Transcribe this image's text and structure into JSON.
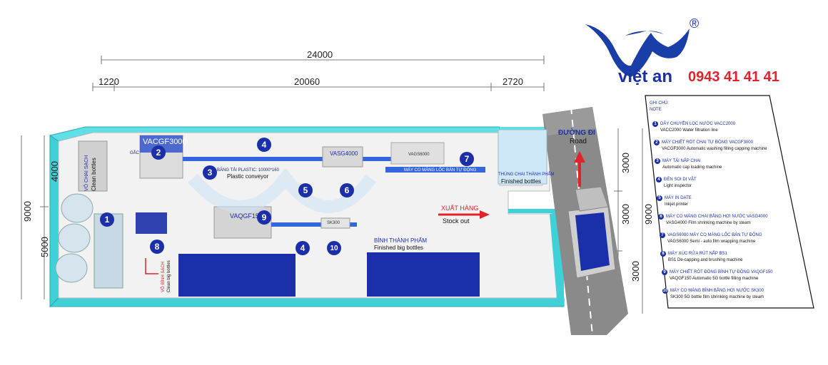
{
  "brand": {
    "name": "việt an",
    "registered": "®",
    "phone": "0943 41 41 41",
    "colors": {
      "blue": "#1a2fa8",
      "red": "#e0232b",
      "cyan": "#3fd0d8"
    }
  },
  "dimensions": {
    "total_width": "24000",
    "left": "1220",
    "middle": "20060",
    "right": "2720",
    "left_height_total": "9000",
    "left_top": "4000",
    "left_bottom": "5000",
    "right_top": "3000",
    "right_middle": "3000",
    "right_bottom": "3000",
    "right_total": "9000"
  },
  "floor": {
    "road_title": "ĐƯỜNG ĐI",
    "road_en": "Road",
    "stock_out_vi": "XUẤT HÀNG",
    "stock_out_en": "Stock out",
    "clean_bottles_vi": "VỎ CHAI SẠCH",
    "clean_bottles_en": "Clean bottles",
    "clean_big_vi": "VỎ BÌNH SẠCH",
    "clean_big_en": "Clean big bottles",
    "plastic_conveyor_vi": "BĂNG TẢI PLASTIC: 10000*160",
    "plastic_conveyor_en": "Plastic conveyor",
    "finished_bottles_vi": "THÙNG CHAI THÀNH PHẨM",
    "finished_bottles_en": "Finished bottles",
    "finished_big_vi": "BÌNH THÀNH PHẨM",
    "finished_big_en": "Finished big bottles",
    "film_wrap_label": "MÁY CO MÀNG LỐC BÁN TỰ ĐỘNG",
    "machine_vacgf3000": "VACGF3000",
    "machine_vasg4000": "VASG4000",
    "machine_vags6000": "VAGS6000",
    "machine_vaqgf150": "VAQGF150",
    "machine_sk300": "SK300",
    "small_label_1": "GẮC",
    "markers": [
      "1",
      "2",
      "3",
      "4",
      "5",
      "6",
      "7",
      "8",
      "9",
      "4",
      "10"
    ]
  },
  "legend": {
    "title_vi": "GHI CHÚ:",
    "title_en": "NOTE",
    "items": [
      {
        "n": "1",
        "vi": "DÂY CHUYỀN LỌC NƯỚC VACC2000",
        "en": "VACC2000 Water filtration line"
      },
      {
        "n": "2",
        "vi": "MÁY CHIẾT RÓT CHAI TỰ ĐỘNG VACGF3000",
        "en": "VACGF3000 Automatic washing filling capping machine"
      },
      {
        "n": "3",
        "vi": "MÁY TẢI NẮP CHAI",
        "en": "Automatic cap loading machine"
      },
      {
        "n": "4",
        "vi": "ĐÈN SOI DỊ VẬT",
        "en": "Light inspector"
      },
      {
        "n": "5",
        "vi": "MÁY IN DATE",
        "en": "Inkjet printer"
      },
      {
        "n": "6",
        "vi": "MÁY CO MÀNG CHAI BẰNG HƠI NƯỚC VASG4000",
        "en": "VASG4000 Film shrinking machine by steam"
      },
      {
        "n": "7",
        "vi": "VAGS6000 MÁY CO MÀNG LỐC BÁN TỰ ĐỘNG",
        "en": "VAGS6000 Semi - auto film wrapping machine"
      },
      {
        "n": "8",
        "vi": "MÁY XÚC RỬA RÚT NẮP BS1",
        "en": "BS1 De-capping and brushing machine"
      },
      {
        "n": "9",
        "vi": "MÁY CHIẾT RÓT ĐÓNG BÌNH TỰ ĐỘNG VAQGF150",
        "en": "VAQGF150 Automatic 5G bottle filling machine"
      },
      {
        "n": "10",
        "vi": "MÁY CO MÀNG BÌNH BẰNG HƠI NƯỚC SK300",
        "en": "SK300 5G bottle film shrinking machine by steam"
      }
    ]
  }
}
